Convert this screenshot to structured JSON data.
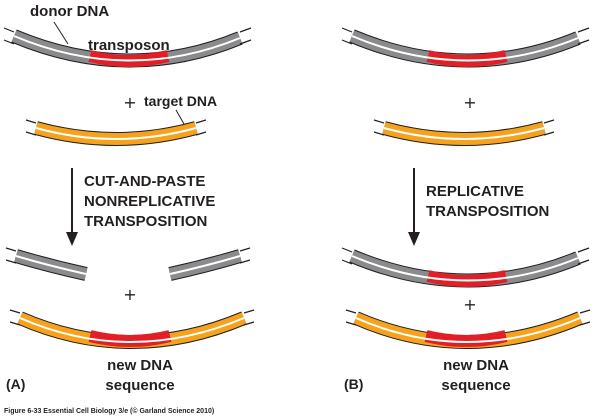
{
  "labels": {
    "donor": "donor DNA",
    "transposon": "transposon",
    "target": "target DNA",
    "plus": "+",
    "panel_a_step_line1": "CUT-AND-PASTE",
    "panel_a_step_line2": "NONREPLICATIVE",
    "panel_a_step_line3": "TRANSPOSITION",
    "panel_b_step_line1": "REPLICATIVE",
    "panel_b_step_line2": "TRANSPOSITION",
    "result_line1": "new DNA",
    "result_line2": "sequence",
    "panel_a": "(A)",
    "panel_b": "(B)",
    "caption": "Figure 6-33  Essential Cell Biology 3/e (© Garland Science 2010)"
  },
  "colors": {
    "donor_dna": "#8a8b8d",
    "transposon": "#e21f26",
    "target_dna": "#f6a21c",
    "text": "#231f20"
  }
}
